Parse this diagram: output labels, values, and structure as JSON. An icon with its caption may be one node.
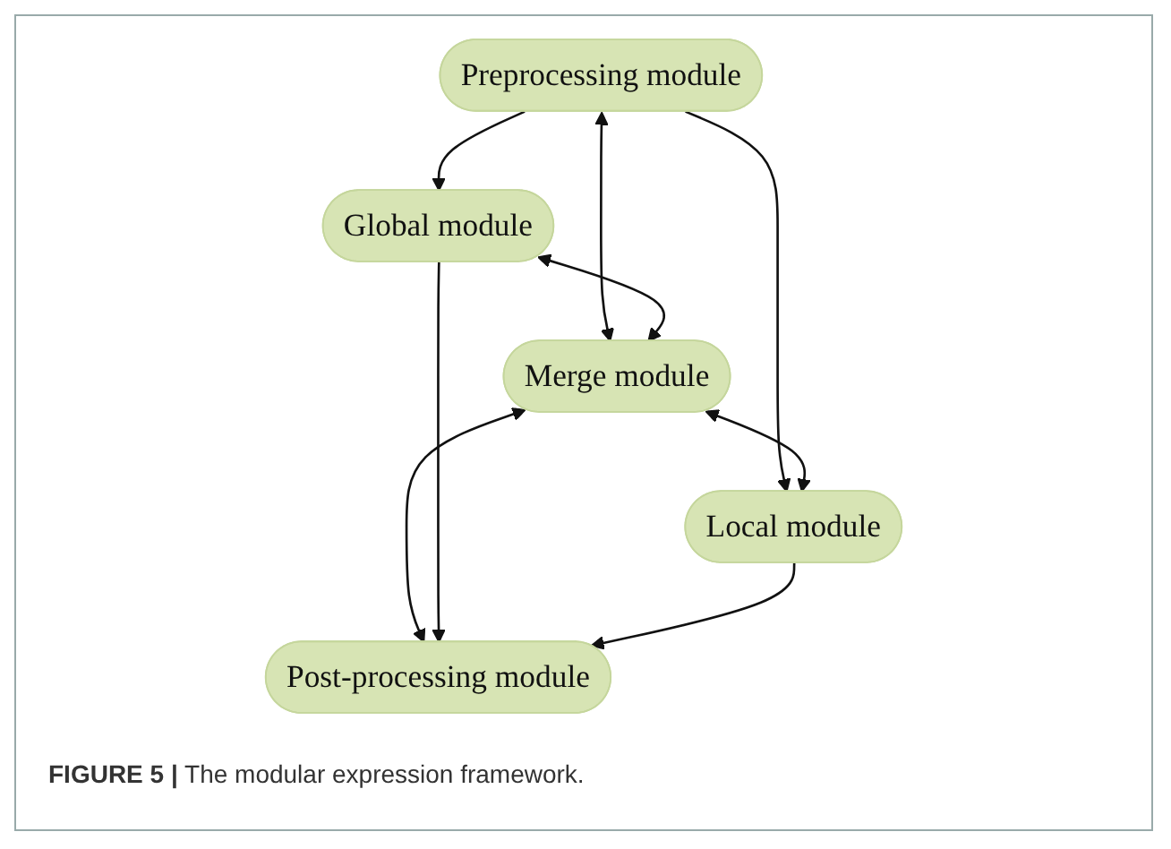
{
  "diagram": {
    "caption": "**FIGURE 5 |** The modular expression framework.",
    "nodes": [
      {
        "text": [
          "Preprocessing module"
        ]
      },
      {
        "text": [
          "Global module"
        ]
      },
      {
        "text": [
          "Merge module"
        ]
      },
      {
        "text": [
          "Local module"
        ]
      },
      {
        "text": [
          "Post-processing module"
        ]
      }
    ],
    "edges": [
      {
        "from": 0,
        "to": 1,
        "arrow": "to"
      },
      {
        "from": 0,
        "to": 3,
        "arrow": "to"
      },
      {
        "from": 0,
        "to": 2,
        "arrow": "both"
      },
      {
        "from": 1,
        "to": 2,
        "arrow": "both"
      },
      {
        "from": 2,
        "to": 3,
        "arrow": "both"
      },
      {
        "from": 2,
        "to": 4,
        "arrow": "both"
      },
      {
        "from": 1,
        "to": 4,
        "arrow": "to"
      },
      {
        "from": 3,
        "to": 4,
        "arrow": "to"
      }
    ]
  }
}
